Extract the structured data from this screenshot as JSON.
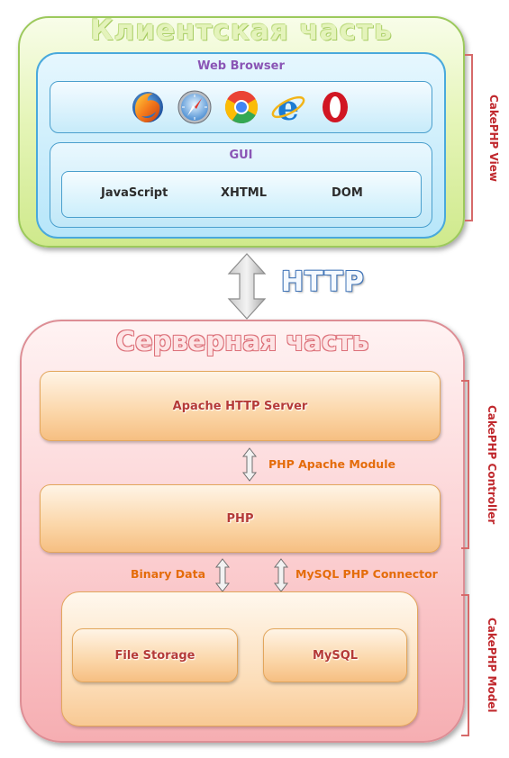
{
  "client": {
    "title": "Клиентская часть",
    "browser_label": "Web Browser",
    "browsers": [
      "firefox-icon",
      "safari-icon",
      "chrome-icon",
      "internet-explorer-icon",
      "opera-icon"
    ],
    "gui_label": "GUI",
    "gui_items": [
      "JavaScript",
      "XHTML",
      "DOM"
    ]
  },
  "protocol": {
    "label": "HTTP"
  },
  "server": {
    "title": "Серверная часть",
    "web_server": "Apache HTTP Server",
    "module_label": "PHP Apache Module",
    "php": "PHP",
    "binary_label": "Binary Data",
    "connector_label": "MySQL PHP Connector",
    "file_storage": "File Storage",
    "database": "MySQL"
  },
  "layers": {
    "view": "CakePHP View",
    "controller": "CakePHP Controller",
    "model": "CakePHP Model"
  },
  "colors": {
    "client_bg": "#e5f5b8",
    "browser_bg": "#b7e6fa",
    "server_bg": "#fcd2d4",
    "box_bg": "#fbd6a8",
    "accent_orange": "#e46c0a",
    "accent_red": "#c0282d",
    "gui_title": "#8a55b5"
  }
}
